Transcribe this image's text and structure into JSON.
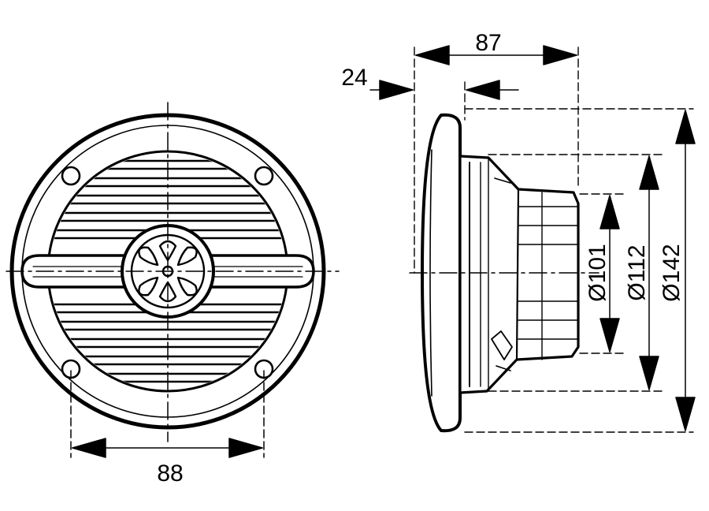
{
  "dimensions": {
    "front_hole_spacing": "88",
    "side_depth": "87",
    "side_flange": "24",
    "dia_101": "Ø101",
    "dia_112": "Ø112",
    "dia_142": "Ø142"
  },
  "colors": {
    "ink": "#000000",
    "paper": "#ffffff"
  }
}
